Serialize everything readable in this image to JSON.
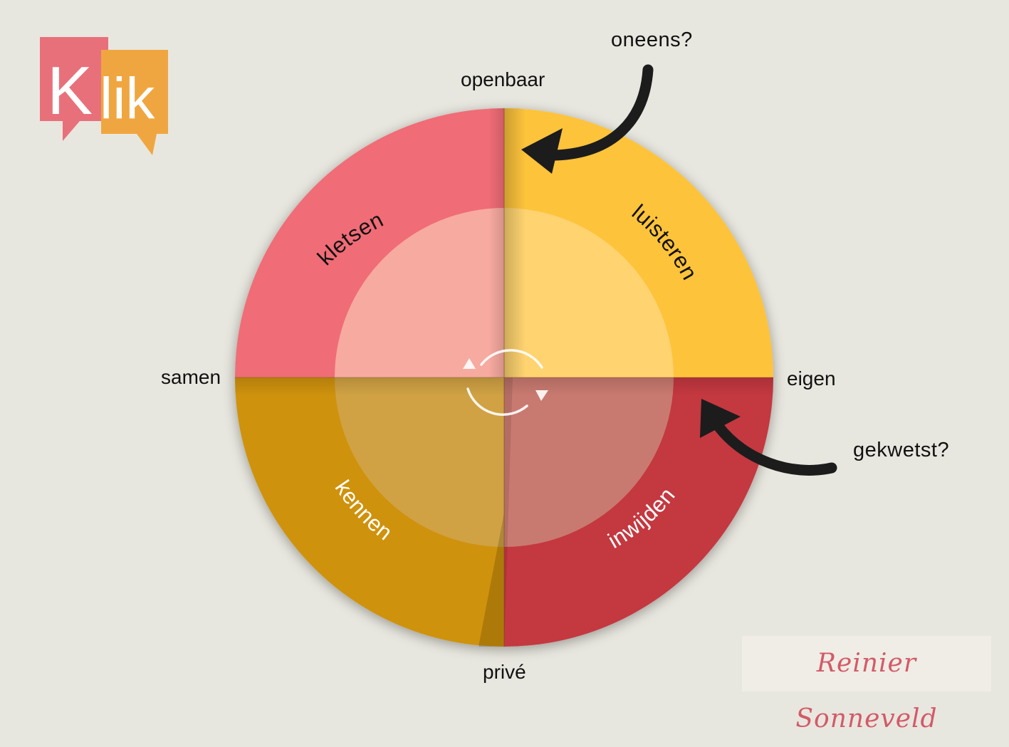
{
  "logo": {
    "text_k": "K",
    "text_lik": "lik",
    "colors": {
      "pink": "#e8707a",
      "orange": "#f0a640",
      "white": "#ffffff"
    }
  },
  "axes": {
    "top": "openbaar",
    "bottom": "privé",
    "left": "samen",
    "right": "eigen"
  },
  "quadrants": [
    {
      "id": "top-left",
      "label": "kletsen",
      "outer_color": "#f06c76",
      "inner_color": "#f7aaa0",
      "text_color": "#111111"
    },
    {
      "id": "top-right",
      "label": "luisteren",
      "outer_color": "#fdc33a",
      "inner_color": "#ffd370",
      "text_color": "#111111"
    },
    {
      "id": "bottom-right",
      "label": "inwijden",
      "outer_color": "#c43840",
      "inner_color": "#c97a70",
      "text_color": "#ffffff"
    },
    {
      "id": "bottom-left",
      "label": "kennen",
      "outer_color": "#cf9207",
      "inner_color": "#d0a244",
      "text_color": "#ffffff"
    }
  ],
  "annotations": [
    {
      "id": "oneens",
      "text": "oneens?"
    },
    {
      "id": "gekwetst",
      "text": "gekwetst?"
    }
  ],
  "center_icon": "rotate-cycle-icon",
  "signature": {
    "text": "Reinier Sonneveld"
  }
}
